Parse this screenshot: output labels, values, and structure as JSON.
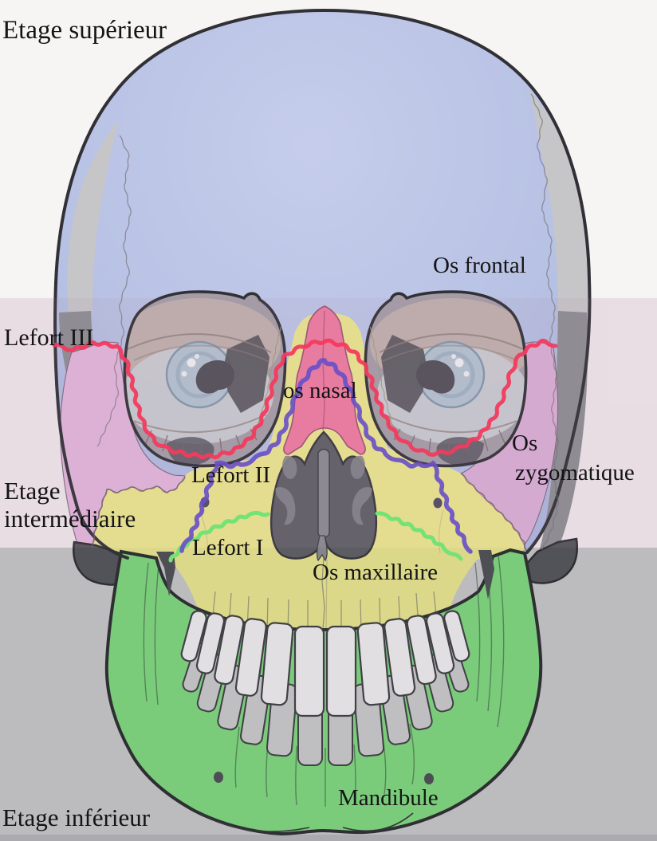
{
  "labels": {
    "etage_superieur": "Etage supérieur",
    "etage_intermediaire_line1": "Etage",
    "etage_intermediaire_line2": "intermédiaire",
    "etage_inferieur": "Etage inférieur",
    "os_frontal": "Os frontal",
    "lefort_iii": "Lefort III",
    "os_nasal": "os nasal",
    "lefort_ii": "Lefort II",
    "lefort_i": "Lefort I",
    "os_maxillaire": "Os maxillaire",
    "os_zygomatique_line1": "Os",
    "os_zygomatique_line2": "zygomatique",
    "mandibule": "Mandibule"
  },
  "facial_levels": [
    {
      "label": "Etage supérieur",
      "band_color": "#f7f5f3"
    },
    {
      "label": "Etage intermédiaire",
      "band_color": "#efe7ea"
    },
    {
      "label": "Etage inférieur",
      "band_color": "#c7c7c9"
    }
  ],
  "bones": [
    {
      "label": "Os frontal",
      "color": "#b8c2e4"
    },
    {
      "label": "os nasal",
      "color": "#ee7ba0"
    },
    {
      "label": "Os zygomatique",
      "color": "#dcb2da"
    },
    {
      "label": "Os maxillaire",
      "color": "#eae78e"
    },
    {
      "label": "Mandibule",
      "color": "#7fd97f"
    }
  ],
  "fracture_lines": [
    {
      "label": "Lefort I",
      "color": "#74e274"
    },
    {
      "label": "Lefort II",
      "color": "#6a50c7"
    },
    {
      "label": "Lefort III",
      "color": "#f23b5e"
    }
  ],
  "colors": {
    "background_top": "#f7f5f3",
    "background_middle": "#efe7ea",
    "background_bottom": "#c7c7c9",
    "background_bottom_edge": "#b5b5b8",
    "frontal_bone": "#b8c2e4",
    "parietal_side": "#c6c6c8",
    "temporal_fossa": "#8d8d92",
    "zygomatic_left": "#e2b6dc",
    "zygomatic_right": "#d9aed6",
    "maxilla": "#eae78e",
    "nasal_bone": "#ee7ba0",
    "nasal_aperture": "#5e5e65",
    "nasal_septum": "#8a8a91",
    "turbinate": "#84848b",
    "mandible": "#7fd97f",
    "upper_teeth": "#f1eef0",
    "lower_teeth": "#cbcbcd",
    "dark_detail": "#53535a",
    "orbit_base": "#a49da6",
    "iris": "#b5c8d6",
    "outline": "#303036",
    "lefort_i": "#74e274",
    "lefort_ii": "#6a50c7",
    "lefort_iii": "#f23b5e"
  }
}
